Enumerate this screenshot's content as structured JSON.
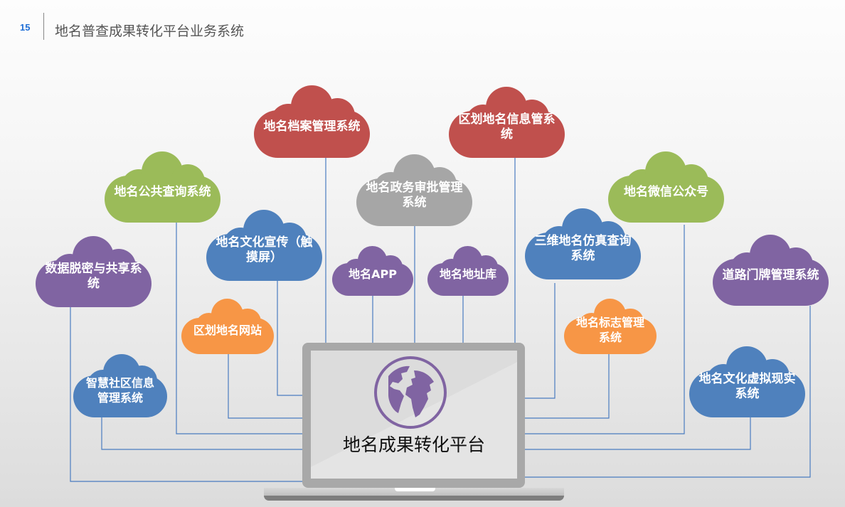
{
  "header": {
    "page_number": "15",
    "title": "地名普查成果转化平台业务系统"
  },
  "center": {
    "label": "地名成果转化平台",
    "icon": "globe-icon"
  },
  "colors": {
    "red": "#c0504d",
    "green": "#9bbb59",
    "gray": "#a6a6a6",
    "blue": "#4f81bd",
    "purple": "#8064a2",
    "orange": "#f79646",
    "line": "#4a7cc0"
  },
  "systems": [
    {
      "label": "地名档案管理系统"
    },
    {
      "label": "区划地名信息管系统"
    },
    {
      "label": "地名公共查询系统"
    },
    {
      "label": "地名政务审批管理系统"
    },
    {
      "label": "地名微信公众号"
    },
    {
      "label": "地名文化宣传（触摸屏）"
    },
    {
      "label": "三维地名仿真查询系统"
    },
    {
      "label": "数据脱密与共享系统"
    },
    {
      "label": "地名APP"
    },
    {
      "label": "地名地址库"
    },
    {
      "label": "道路门牌管理系统"
    },
    {
      "label": "区划地名网站"
    },
    {
      "label": "地名标志管理系统"
    },
    {
      "label": "智慧社区信息管理系统"
    },
    {
      "label": "地名文化虚拟现实系统"
    }
  ]
}
